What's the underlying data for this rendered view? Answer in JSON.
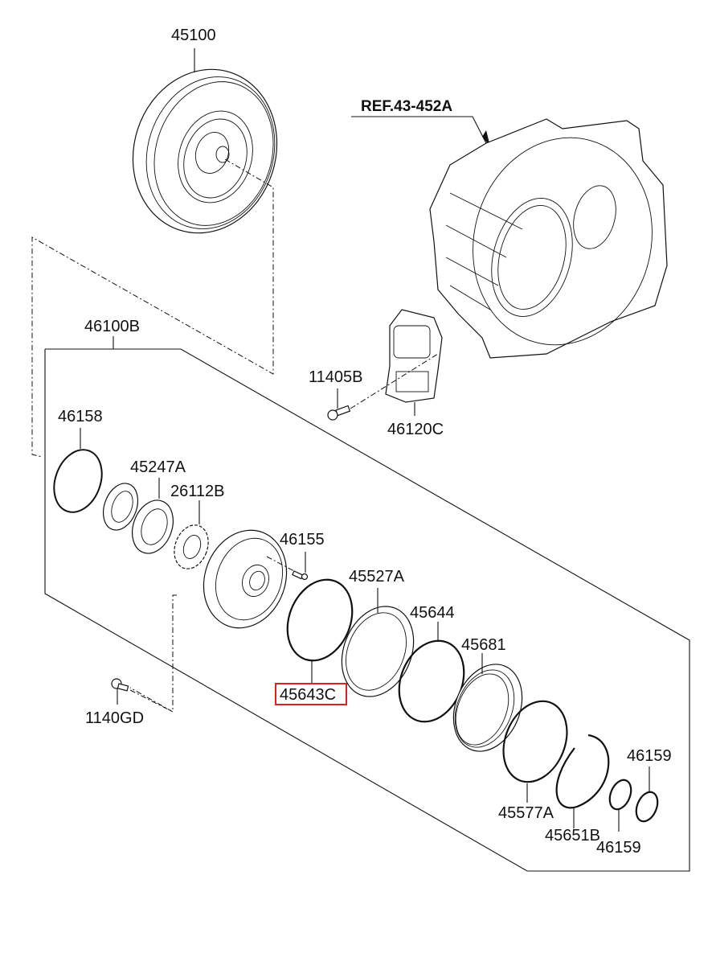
{
  "diagram": {
    "reference": "REF.43-452A",
    "highlight_color": "#e02020",
    "highlighted_part": "45643C",
    "parts": [
      {
        "id": "45100",
        "label": "45100",
        "name": "torque-converter"
      },
      {
        "id": "46100B",
        "label": "46100B",
        "name": "oil-pump-assembly"
      },
      {
        "id": "46158",
        "label": "46158",
        "name": "o-ring"
      },
      {
        "id": "45247A",
        "label": "45247A",
        "name": "oil-seal"
      },
      {
        "id": "26112B",
        "label": "26112B",
        "name": "pump-gear"
      },
      {
        "id": "46155",
        "label": "46155",
        "name": "screw"
      },
      {
        "id": "11405B",
        "label": "11405B",
        "name": "bolt"
      },
      {
        "id": "46120C",
        "label": "46120C",
        "name": "valve-assembly"
      },
      {
        "id": "45527A",
        "label": "45527A",
        "name": "piston"
      },
      {
        "id": "45644",
        "label": "45644",
        "name": "seal-ring"
      },
      {
        "id": "45643C",
        "label": "45643C",
        "name": "seal-ring"
      },
      {
        "id": "45681",
        "label": "45681",
        "name": "return-spring"
      },
      {
        "id": "45577A",
        "label": "45577A",
        "name": "seal-ring"
      },
      {
        "id": "45651B",
        "label": "45651B",
        "name": "snap-ring"
      },
      {
        "id": "46159a",
        "label": "46159",
        "name": "o-ring"
      },
      {
        "id": "46159b",
        "label": "46159",
        "name": "o-ring"
      },
      {
        "id": "1140GD",
        "label": "1140GD",
        "name": "bolt"
      }
    ]
  }
}
